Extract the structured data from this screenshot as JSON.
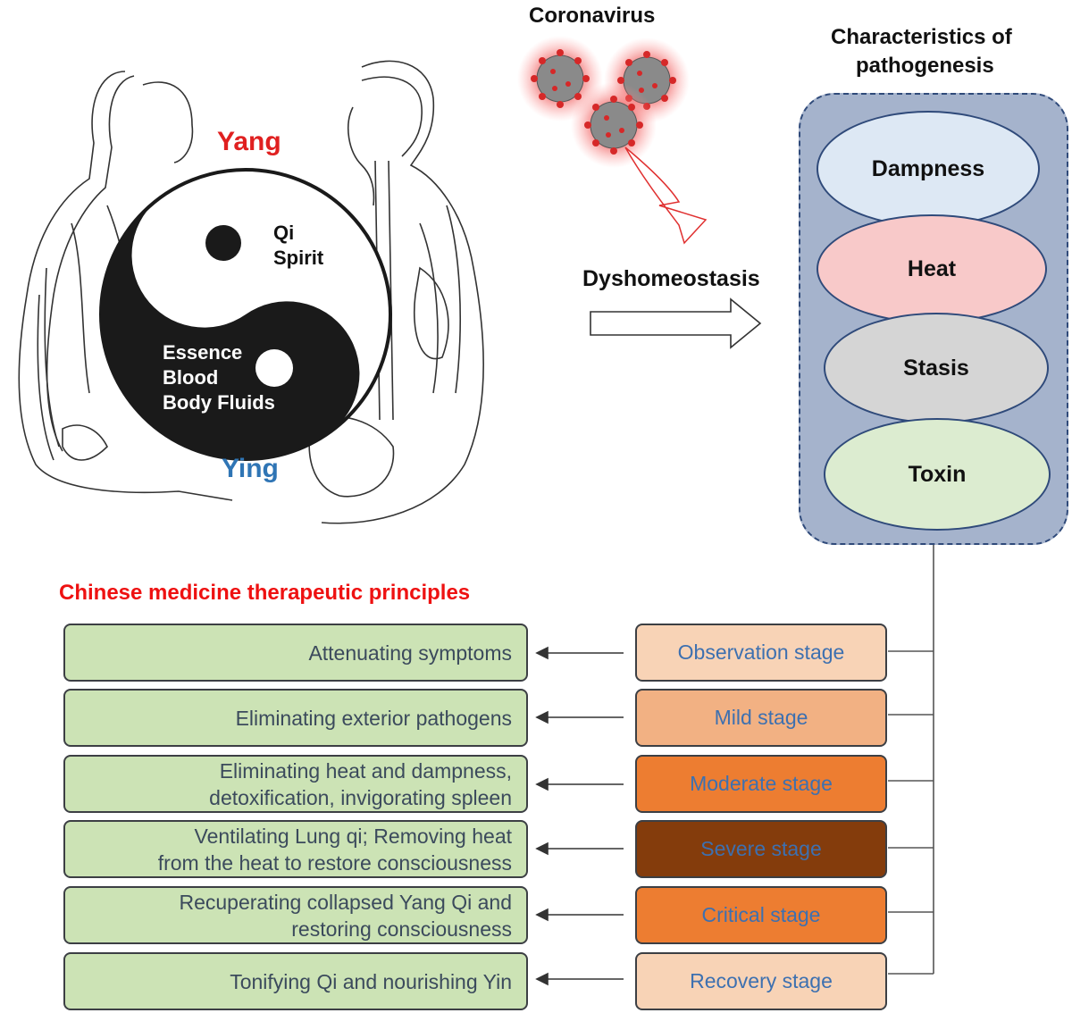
{
  "yinyang": {
    "yang_label": "Yang",
    "ying_label": "Ying",
    "upper_text": [
      "Qi",
      "Spirit"
    ],
    "lower_text": [
      "Essence",
      "Blood",
      "Body Fluids"
    ]
  },
  "virus": {
    "label": "Coronavirus"
  },
  "dyshomeostasis_label": "Dyshomeostasis",
  "pathogenesis": {
    "title_lines": [
      "Characteristics of",
      "pathogenesis"
    ],
    "items": [
      {
        "label": "Dampness",
        "color": "#dde8f4"
      },
      {
        "label": "Heat",
        "color": "#f8c9c9"
      },
      {
        "label": "Stasis",
        "color": "#d5d5d5"
      },
      {
        "label": "Toxin",
        "color": "#dcecd0"
      }
    ]
  },
  "principles": {
    "title": "Chinese medicine therapeutic principles",
    "rows": [
      {
        "principle": [
          "Attenuating symptoms"
        ],
        "stage": "Observation stage",
        "stage_color": "#f8d3b6"
      },
      {
        "principle": [
          "Eliminating exterior pathogens"
        ],
        "stage": "Mild stage",
        "stage_color": "#f2b183"
      },
      {
        "principle": [
          "Eliminating heat and dampness,",
          "detoxification, invigorating spleen"
        ],
        "stage": "Moderate stage",
        "stage_color": "#ed7d31"
      },
      {
        "principle": [
          "Ventilating Lung qi; Removing heat",
          "from the heat to restore consciousness"
        ],
        "stage": "Severe stage",
        "stage_color": "#843c0c"
      },
      {
        "principle": [
          "Recuperating collapsed Yang Qi and",
          "restoring consciousness"
        ],
        "stage": "Critical stage",
        "stage_color": "#ed7d31"
      },
      {
        "principle": [
          "Tonifying Qi and nourishing Yin"
        ],
        "stage": "Recovery stage",
        "stage_color": "#f8d3b6"
      }
    ]
  },
  "colors": {
    "yang": "#e02020",
    "ying": "#2f75b5",
    "title_red": "#ee1111",
    "panel_bg": "#a5b3cc",
    "panel_border": "#2f4a7a"
  }
}
